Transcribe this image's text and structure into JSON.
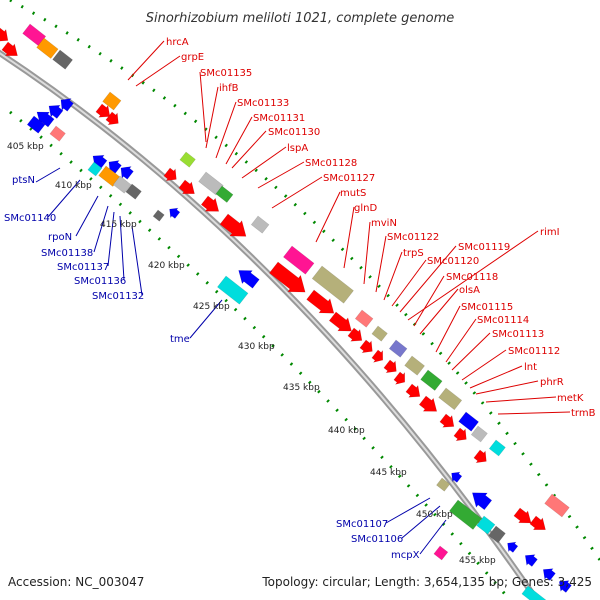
{
  "header": {
    "title": "Sinorhizobium meliloti 1021, complete genome"
  },
  "footer": {
    "accession": "Accession: NC_003047",
    "topology": "Topology: circular; Length: 3,654,135 bp; Genes: 3,425"
  },
  "colors": {
    "red_label": "#dd0000",
    "blue_label": "#0000aa",
    "ticks": "#008800",
    "backbone": "#999999",
    "gene_red": "#ff0000",
    "gene_blue": "#0000ff",
    "gene_cyan": "#00dddd",
    "gene_orange": "#ff9900",
    "gene_khaki": "#b5b07a",
    "gene_gray": "#bbbbbb",
    "gene_darkgray": "#666666",
    "gene_green": "#33aa33",
    "gene_pink": "#ff7777",
    "gene_magenta": "#ff1493",
    "gene_lime": "#99dd33",
    "gene_violet": "#7777cc"
  },
  "kbp_labels": [
    "405 kbp",
    "410 kbp",
    "415 kbp",
    "420 kbp",
    "425 kbp",
    "430 kbp",
    "435 kbp",
    "440 kbp",
    "445 kbp",
    "450 kbp",
    "455 kbp"
  ],
  "red_genes": [
    "hrcA",
    "grpE",
    "SMc01135",
    "ihfB",
    "SMc01133",
    "SMc01131",
    "SMc01130",
    "lspA",
    "SMc01128",
    "SMc01127",
    "mutS",
    "glnD",
    "mviN",
    "SMc01122",
    "trpS",
    "SMc01120",
    "SMc01119",
    "rimI",
    "SMc01118",
    "olsA",
    "SMc01115",
    "SMc01114",
    "SMc01113",
    "SMc01112",
    "lnt",
    "phrR",
    "metK",
    "trmB"
  ],
  "blue_genes": [
    "ptsN",
    "SMc01140",
    "rpoN",
    "SMc01138",
    "SMc01137",
    "SMc01136",
    "SMc01132",
    "tme",
    "SMc01107",
    "SMc01106",
    "mcpX"
  ]
}
